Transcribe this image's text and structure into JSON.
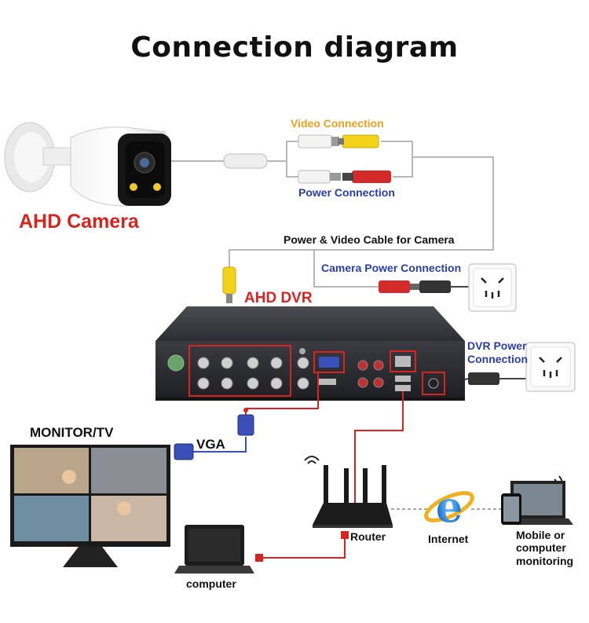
{
  "title": "Connection diagram",
  "labels": {
    "video_connection": "Video Connection",
    "power_connection": "Power Connection",
    "ahd_camera": "AHD Camera",
    "cable": "Power & Video Cable for Camera",
    "camera_power_connection": "Camera Power Connection",
    "ahd_dvr": "AHD DVR",
    "dvr_power_line1": "DVR Power",
    "dvr_power_line2": "Connection",
    "monitor_tv": "MONITOR/TV",
    "vga": "VGA",
    "router": "Router",
    "internet": "Internet",
    "mobile_line1": "Mobile or",
    "mobile_line2": "computer",
    "mobile_line3": "monitoring",
    "computer": "computer"
  },
  "colors": {
    "accent_red": "#d8231f",
    "label_blue": "#2a3da8",
    "label_orange": "#e8a020",
    "video_yellow": "#f2d21b",
    "vga_blue": "#3a4fb8"
  }
}
